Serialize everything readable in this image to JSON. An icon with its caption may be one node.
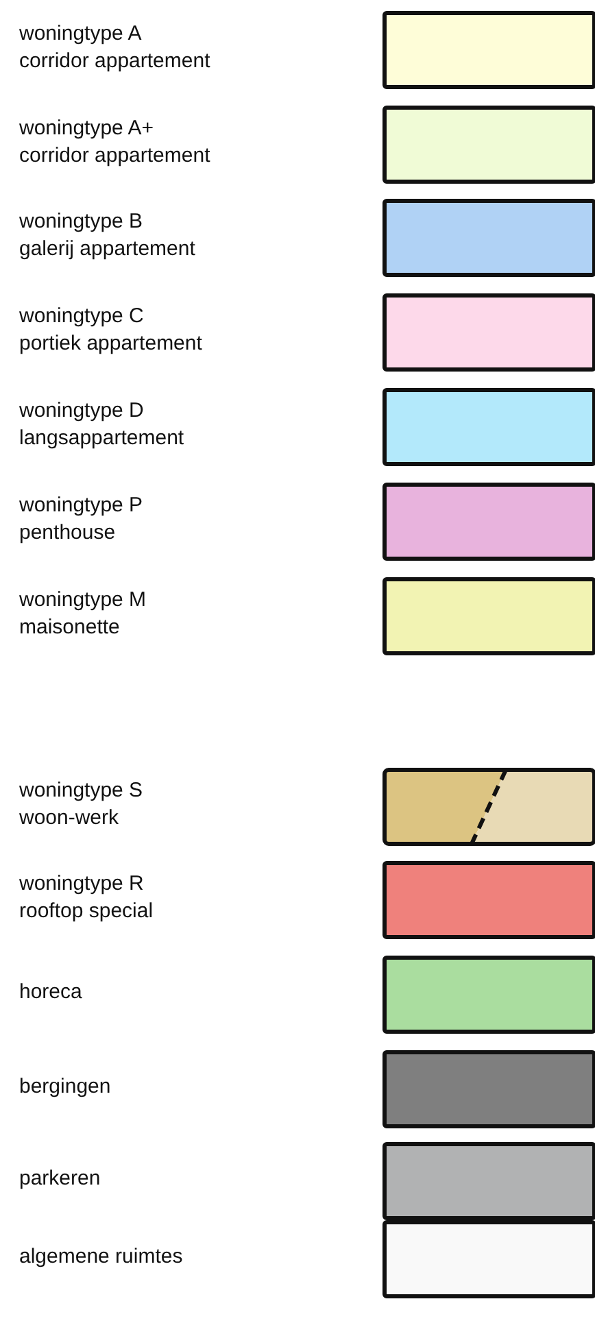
{
  "diagram": {
    "legend": [
      {
        "text": "woningtype A corridor appartement",
        "color": "#fefdd8"
      },
      {
        "text": "woningtype A+ corridor appartement",
        "color": "#f0fbd6"
      },
      {
        "text": "woningtype B galerij appartement",
        "color": "#b0d2f5"
      },
      {
        "text": "woningtype C portiek appartement",
        "color": "#fdd9ea"
      },
      {
        "text": "woningtype D langsappartement",
        "color": "#b3e9fb"
      },
      {
        "text": "woningtype P penthouse",
        "color": "#e8b3dd"
      },
      {
        "text": "woningtype M maisonette",
        "color": "#f2f3b3"
      },
      {
        "text": "woningtype S woon-werk"
      },
      {
        "text": "woningtype R rooftop special",
        "color": "#ef817c"
      },
      {
        "text": "horeca",
        "color": "#aadd9f"
      },
      {
        "text": "bergingen",
        "color": "#7f7f7f"
      },
      {
        "text": "parkeren",
        "color": "#b1b2b3"
      },
      {
        "text": "algemene ruimtes",
        "color": "#f9f9f9"
      }
    ]
  }
}
